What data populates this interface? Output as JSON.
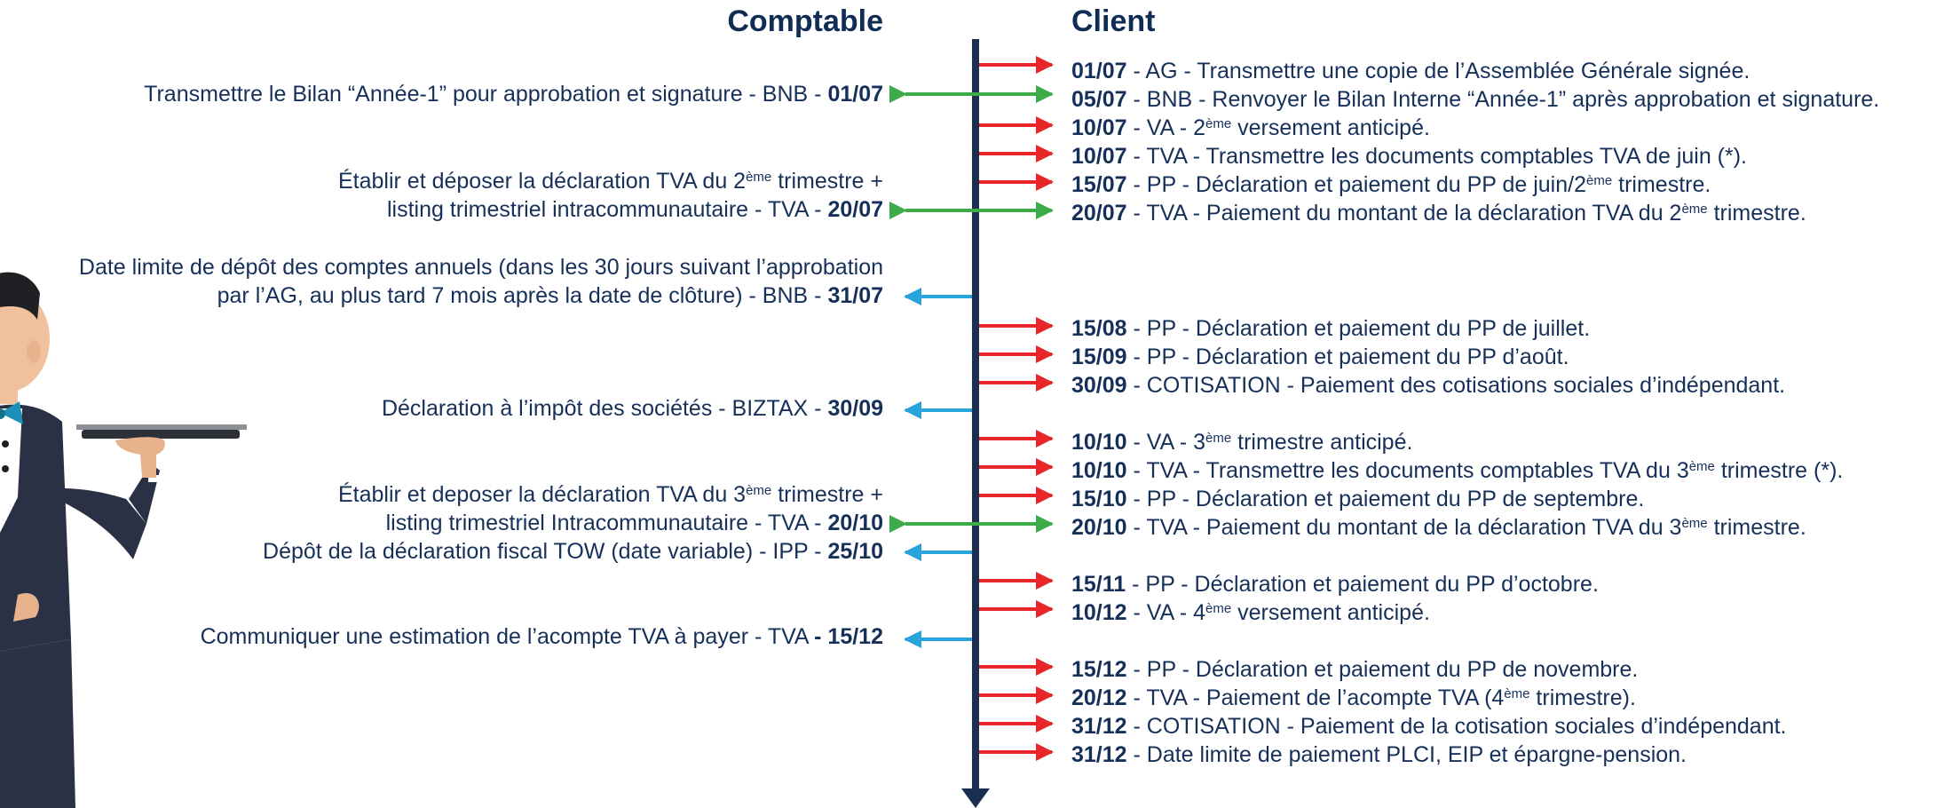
{
  "headers": {
    "comptable": "Comptable",
    "client": "Client"
  },
  "colors": {
    "navy": "#1a2f4f",
    "red": "#e8262a",
    "green": "#3cab4a",
    "blue": "#28a3dc"
  },
  "client": [
    {
      "date": "01/07",
      "pre": " - AG - Transmettre une copie de l’Assemblée Générale signée.",
      "sup": "",
      "post": ""
    },
    {
      "date": "05/07",
      "pre": " - BNB - Renvoyer le Bilan Interne “Année-1” après approbation et signature.",
      "sup": "",
      "post": ""
    },
    {
      "date": "10/07",
      "pre": " - VA - 2",
      "sup": "ème",
      "post": " versement anticipé."
    },
    {
      "date": "10/07",
      "pre": " - TVA - Transmettre les documents comptables TVA de juin (*).",
      "sup": "",
      "post": ""
    },
    {
      "date": "15/07",
      "pre": " - PP - Déclaration et paiement du PP de juin/2",
      "sup": "ème",
      "post": " trimestre."
    },
    {
      "date": "20/07",
      "pre": " - TVA - Paiement du montant de la déclaration TVA du 2",
      "sup": "ème",
      "post": " trimestre."
    },
    {
      "date": "15/08",
      "pre": " - PP - Déclaration et paiement du PP de juillet.",
      "sup": "",
      "post": ""
    },
    {
      "date": "15/09",
      "pre": " - PP - Déclaration et paiement du PP d’août.",
      "sup": "",
      "post": ""
    },
    {
      "date": "30/09",
      "pre": " - COTISATION - Paiement des cotisations sociales d’indépendant.",
      "sup": "",
      "post": ""
    },
    {
      "date": "10/10",
      "pre": " - VA - 3",
      "sup": "ème",
      "post": " trimestre anticipé."
    },
    {
      "date": "10/10",
      "pre": " - TVA - Transmettre les documents comptables TVA du 3",
      "sup": "ème",
      "post": " trimestre (*)."
    },
    {
      "date": "15/10",
      "pre": " - PP - Déclaration et paiement du PP de septembre.",
      "sup": "",
      "post": ""
    },
    {
      "date": "20/10",
      "pre": " - TVA - Paiement du montant de la déclaration TVA du 3",
      "sup": "ème",
      "post": " trimestre."
    },
    {
      "date": "15/11",
      "pre": " - PP - Déclaration et paiement du PP d’octobre.",
      "sup": "",
      "post": ""
    },
    {
      "date": "10/12",
      "pre": " - VA - 4",
      "sup": "ème",
      "post": " versement anticipé."
    },
    {
      "date": "15/12",
      "pre": " - PP - Déclaration et paiement du PP de novembre.",
      "sup": "",
      "post": ""
    },
    {
      "date": "20/12",
      "pre": " - TVA - Paiement de l’acompte TVA (4",
      "sup": "ème",
      "post": " trimestre)."
    },
    {
      "date": "31/12",
      "pre": " - COTISATION - Paiement de la cotisation sociales d’indépendant.",
      "sup": "",
      "post": ""
    },
    {
      "date": "31/12",
      "pre": " - Date limite de paiement PLCI, EIP et épargne-pension.",
      "sup": "",
      "post": ""
    }
  ],
  "comptable": {
    "bilan": {
      "text": "Transmettre le Bilan “Année-1” pour approbation et signature - BNB - ",
      "date": "01/07"
    },
    "tva2": {
      "line1_pre": "Établir et déposer la déclaration TVA du 2",
      "line1_sup": "ème",
      "line1_post": " trimestre +",
      "line2": "listing trimestriel intracommunautaire - TVA - ",
      "date": "20/07"
    },
    "depot": {
      "line1": "Date limite de dépôt des comptes annuels (dans les 30 jours suivant l’approbation",
      "line2": "par l’AG, au plus tard 7 mois après la date de clôture) - BNB - ",
      "date": "31/07"
    },
    "biztax": {
      "text": "Déclaration à l’impôt des sociétés - BIZTAX - ",
      "date": "30/09"
    },
    "tva3": {
      "line1_pre": "Établir et deposer la déclaration TVA du 3",
      "line1_sup": "ème",
      "line1_post": " trimestre +",
      "line2": "listing trimestriel Intracommunautaire - TVA - ",
      "date": "20/10"
    },
    "tow": {
      "text": "Dépôt de la déclaration fiscal TOW (date variable) - IPP - ",
      "date": "25/10"
    },
    "acompte": {
      "text": "Communiquer une estimation de l’acompte TVA à payer - TVA ",
      "date": "- 15/12"
    }
  }
}
